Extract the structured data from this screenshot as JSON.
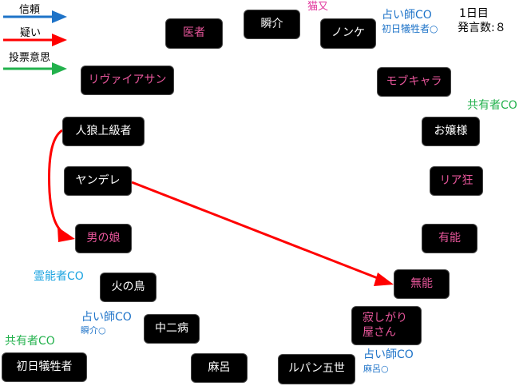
{
  "legend": {
    "trust": {
      "label": "信頼",
      "color": "#1e73c8"
    },
    "doubt": {
      "label": "疑い",
      "color": "#ff0000"
    },
    "vote": {
      "label": "投票意思",
      "color": "#22b14c"
    }
  },
  "status": {
    "day": "1日目",
    "speech_count": "発言数:８"
  },
  "colors": {
    "white_text": "#ffffff",
    "pink_text": "#e8569b",
    "seer_blue": "#1e73c8",
    "medium_cyan": "#1aa3e0",
    "mason_green": "#22b14c",
    "nekomata_magenta": "#e0309a"
  },
  "players": [
    {
      "id": "isha",
      "name": "医者",
      "color": "pink"
    },
    {
      "id": "shunsuke",
      "name": "瞬介",
      "color": "white"
    },
    {
      "id": "nonke",
      "name": "ノンケ",
      "color": "white"
    },
    {
      "id": "leviathan",
      "name": "リヴァイアサン",
      "color": "pink"
    },
    {
      "id": "mobchara",
      "name": "モブキャラ",
      "color": "pink"
    },
    {
      "id": "jinro",
      "name": "人狼上級者",
      "color": "white"
    },
    {
      "id": "ojousama",
      "name": "お嬢様",
      "color": "white"
    },
    {
      "id": "yandere",
      "name": "ヤンデレ",
      "color": "white"
    },
    {
      "id": "riakyou",
      "name": "リア狂",
      "color": "pink"
    },
    {
      "id": "otokonoko",
      "name": "男の娘",
      "color": "pink"
    },
    {
      "id": "yuunou",
      "name": "有能",
      "color": "pink"
    },
    {
      "id": "munou",
      "name": "無能",
      "color": "pink"
    },
    {
      "id": "hinotori",
      "name": "火の鳥",
      "color": "white"
    },
    {
      "id": "chuunibyou",
      "name": "中二病",
      "color": "white"
    },
    {
      "id": "sabishigari",
      "name": "寂しがり屋さん",
      "line1": "寂しがり",
      "line2": "屋さん",
      "color": "pink"
    },
    {
      "id": "shonichi",
      "name": "初日犠牲者",
      "color": "white"
    },
    {
      "id": "maro",
      "name": "麻呂",
      "color": "white"
    },
    {
      "id": "lupin",
      "name": "ルパン五世",
      "color": "white"
    }
  ],
  "annotations": {
    "nekomata": "猫又",
    "nonke_co": "占い師CO",
    "nonke_result": "初日犠牲者○",
    "ojousama_co": "共有者CO",
    "hinotori_co": "霊能者CO",
    "chuuni_co": "占い師CO",
    "chuuni_result": "瞬介○",
    "shonichi_co": "共有者CO",
    "lupin_co": "占い師CO",
    "lupin_result": "麻呂○"
  },
  "arrows": [
    {
      "type": "doubt",
      "from": "人狼上級者",
      "to": "男の娘"
    },
    {
      "type": "doubt",
      "from": "ヤンデレ",
      "to": "無能"
    }
  ]
}
